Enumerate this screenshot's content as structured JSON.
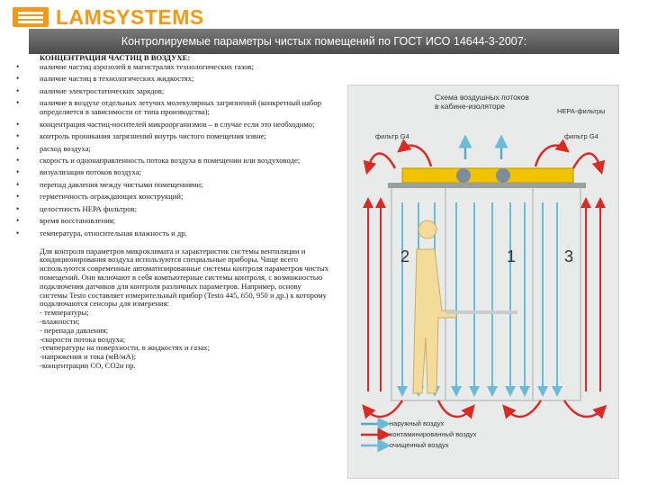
{
  "brand": {
    "name": "LAMSYSTEMS",
    "accent": "#f29a17"
  },
  "header": {
    "title": "Контролируемые параметры чистых помещений по ГОСТ ИСО 14644-3-2007:"
  },
  "params": {
    "heading": "КОНЦЕНТРАЦИЯ ЧАСТИЦ В ВОЗДУХЕ:",
    "bullet_symbol": "•",
    "items": [
      "наличие частиц аэрозолей в магистралях технологических газов;",
      "наличие частиц в технологических жидкостях;",
      "наличие электростатических зарядов;",
      "наличие в воздухе отдельных летучих молекулярных загрязнений (конкретный набор определяется в зависимости от типа производства);",
      "концентрация частиц-носителей микроорганизмов – в случае если это необходимо;",
      "контроль проникания загрязнений внутрь чистого помещения извне;",
      "расход воздуха;",
      "скорость и однонаправленность потока воздуха в помещении или воздуховоде;",
      "визуализация потоков воздуха;",
      "перепад давления между чистыми помещениями;",
      "герметичность ограждающих конструкций;",
      "целостность НЕРА фильтров;",
      "время восстановления;",
      "температура, относительная влажность и др."
    ]
  },
  "paragraph": {
    "lines": [
      "Для контроля параметров микроклимата и характеристик системы вентиляции и кондиционирования воздуха используются специальные приборы. Чаще всего используются современные автоматизированные системы контроля параметров чистых помещений. Они включают в себя компьютерные системы контроля, с возможностью подключения датчиков для контроля различных параметров. Например, основу системы Testo составляет измерительный прибор (Testo 445, 650, 950 и др.) к которому подключаются сенсоры для измерения:",
      "- температуры;",
      "-влажности;",
      "- перепада давления;",
      "-скорости потока воздуха;",
      "-температуры на поверхности, в жидкостях и газах;",
      "-напряжения и тока (мВ/мА);",
      "-концентрации СО, СО2и пр."
    ]
  },
  "diagram": {
    "title_line1": "Схема воздушных потоков",
    "title_line2": "в кабине-изоляторе",
    "label_filter_left": "фильтр G4",
    "label_hepa": "HEPA-фильтры",
    "label_filter_right": "фильтр G4",
    "zones": [
      "2",
      "1",
      "3"
    ],
    "legend": [
      {
        "label": "наружный воздух",
        "color": "#5aa9c2"
      },
      {
        "label": "контаминированный воздух",
        "color": "#d92b26"
      },
      {
        "label": "очищенный воздух",
        "color": "#6bbbd6"
      }
    ]
  }
}
